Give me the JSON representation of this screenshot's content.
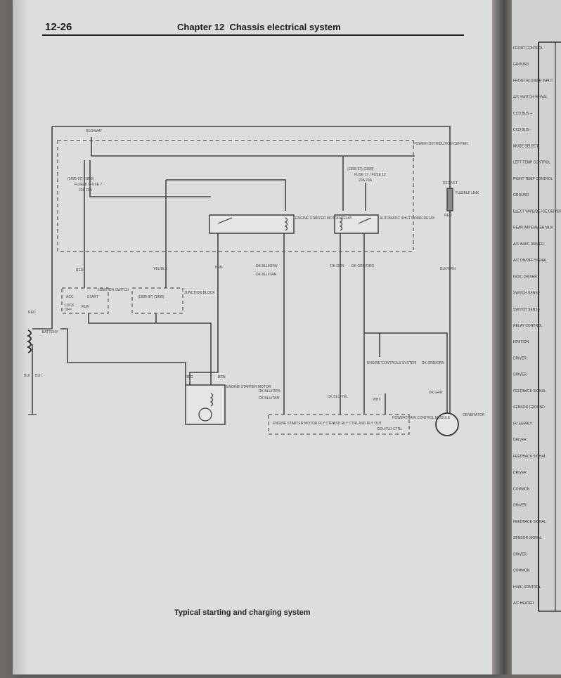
{
  "header": {
    "page_number": "12-26",
    "chapter": "Chapter 12",
    "title": "Chassis electrical system"
  },
  "caption": "Typical starting and charging system",
  "components": {
    "pdc": "POWER DISTRIBUTION CENTER",
    "starter_relay": "ENGINE STARTER MOTOR RELAY",
    "asd_relay": "AUTOMATIC SHUT DOWN RELAY",
    "ignition_switch": "IGNITION SWITCH",
    "junction_block": "JUNCTION BLOCK",
    "battery": "BATTERY",
    "starter_motor": "ENGINE STARTER MOTOR",
    "engine_controls": "ENGINE CONTROLS SYSTEM",
    "pcm": "POWERTRAIN CONTROL MODULE",
    "generator": "GENERATOR",
    "fusible_link": "FUSIBLE LINK"
  },
  "wires": {
    "red": "RED",
    "red_wht": "RED/WHT",
    "red_vlt": "RED/VLT",
    "yel_blk": "YEL/BLK",
    "brn": "BRN",
    "blk": "BLK",
    "blk_orn": "BLK/ORN",
    "dk_grn": "DK GRN",
    "dk_grn_orn": "DK GRN/ORN",
    "dk_blu_orn": "DK BLU/ORN",
    "dk_blu_tan": "DK BLU/TAN",
    "dk_blu_yel": "DK BLU/YEL",
    "dk_grn_org": "DK GRN/ORG",
    "wht": "WHT"
  },
  "fuse_notes": {
    "left_years": "(1995-97) (1998)",
    "left_fuse": "FUSE 8 / FUSE 7",
    "left_amps": "20A 20A",
    "right_years": "(1995-97) (1998)",
    "right_fuse": "FUSE 17 / FUSE 12",
    "right_amps": "20A 20A",
    "ign_years": "(1995-97) (1998)"
  },
  "ignition_positions": [
    "ACC",
    "START",
    "LOCK",
    "OFF",
    "RUN"
  ],
  "pcm_pins": [
    "ENGINE STARTER MOTOR RLY CTRL",
    "ASD RLY CTRL",
    "ASD RLY OUT",
    "GEN FLD CTRL"
  ],
  "facing_page_labels": [
    "FRONT CONTROL",
    "GROUND",
    "FRONT BLOWER INPUT",
    "A/C SWITCH SIGNAL",
    "CCD BUS +",
    "CCD BUS -",
    "MODE SELECT",
    "LEFT TEMP CONTROL",
    "RIGHT TEMP CONTROL",
    "GROUND",
    "ELECT WIPE/DE-ICE DRIVER",
    "REAR WIPE/WASH MUX",
    "A/C INDIC DRIVER",
    "A/C ON/OFF SIGNAL",
    "INDIC DRIVER",
    "SWITCH SENSE",
    "SWITCH SENSE",
    "RELAY CONTROL",
    "IGNITION",
    "DRIVER",
    "DRIVER",
    "FEEDBACK SIGNAL",
    "SENSOR GROUND",
    "5V SUPPLY",
    "DRIVER",
    "FEEDBACK SIGNAL",
    "DRIVER",
    "COMMON",
    "DRIVER",
    "FEEDBACK SIGNAL",
    "SENSOR SIGNAL",
    "DRIVER",
    "COMMON",
    "HVAC CONTROL",
    "A/C HEATER"
  ]
}
